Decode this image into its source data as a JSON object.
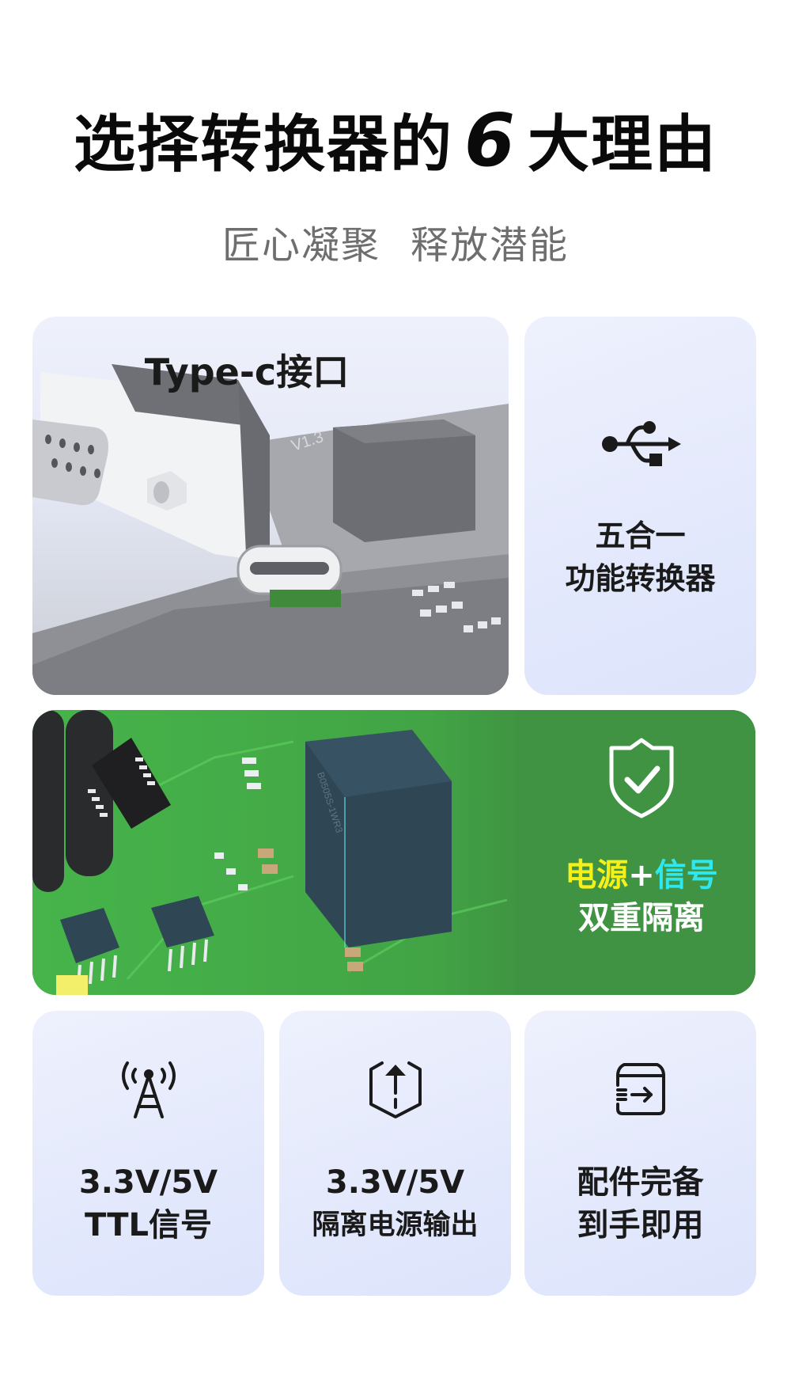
{
  "header": {
    "title_prefix": "选择转换器的",
    "title_number": "6",
    "title_suffix": "大理由",
    "subtitle_left": "匠心凝聚",
    "subtitle_right": "释放潜能"
  },
  "cards": {
    "typec": {
      "label": "Type-c接口",
      "board_marking": "V1.3"
    },
    "usb": {
      "icon": "usb-icon",
      "line1": "五合一",
      "line2": "功能转换器"
    },
    "isolation": {
      "icon": "shield-check-icon",
      "line1_part1": "电源",
      "line1_plus": "+",
      "line1_part2": "信号",
      "line2": "双重隔离",
      "colors": {
        "background": "#3f9342",
        "highlight_yellow": "#f5ef1a",
        "highlight_cyan": "#2fe7ef"
      },
      "chip_marking": "B0505S-1WR3"
    },
    "ttl": {
      "icon": "antenna-tower-icon",
      "line1": "3.3V/5V",
      "line2": "TTL信号"
    },
    "power": {
      "icon": "box-upload-icon",
      "line1": "3.3V/5V",
      "line2": "隔离电源输出"
    },
    "accessories": {
      "icon": "package-arrow-icon",
      "line1": "配件完备",
      "line2": "到手即用"
    }
  },
  "colors": {
    "card_bg": "#e4e9fc",
    "title": "#0a0a0a",
    "subtitle": "#6e6e6e"
  }
}
